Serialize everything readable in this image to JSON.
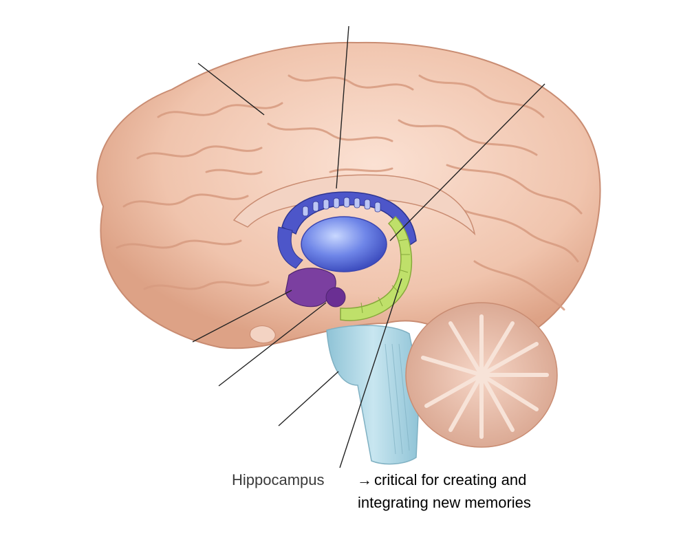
{
  "diagram": {
    "labels": {
      "hippocampus": "Hippocampus",
      "note_arrow": "→",
      "note_line1": "critical for creating and",
      "note_line2": "integrating new memories"
    },
    "colors": {
      "background": "#ffffff",
      "cortex": "#f1c9b4",
      "cortex_shadow": "#d9a38a",
      "cortex_highlight": "#fbe4d8",
      "thalamus": "#6f86e8",
      "fornix": "#4d56c9",
      "amygdala": "#7b3fa0",
      "hippocampus": "#bfe06a",
      "brainstem": "#a9d3e2",
      "cerebellum": "#e6b8a3",
      "leader_line": "#222222"
    }
  }
}
